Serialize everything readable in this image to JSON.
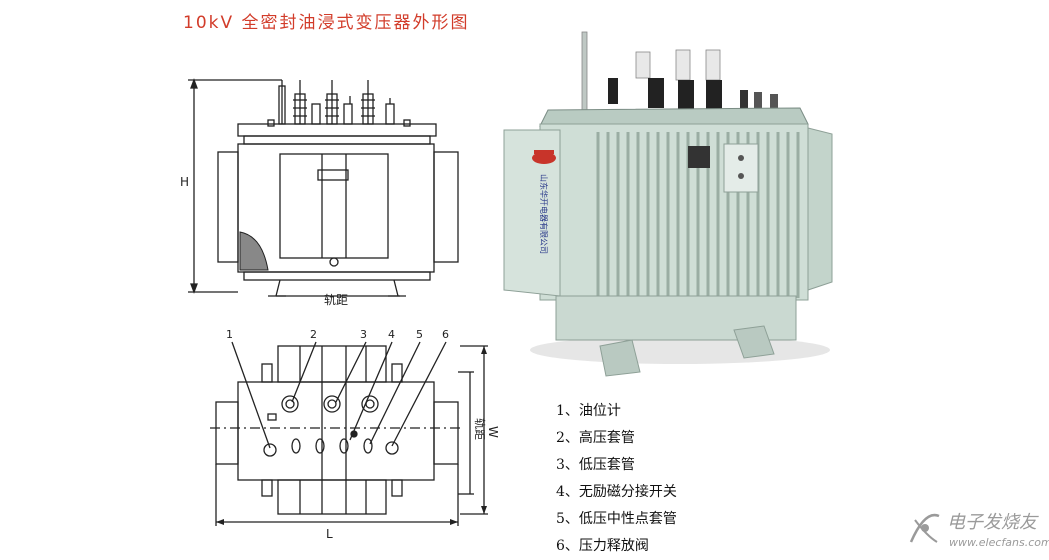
{
  "title": "10kV 全密封油浸式变压器外形图",
  "front_view": {
    "height_label": "H",
    "gauge_label": "轨距"
  },
  "top_view": {
    "callouts": [
      "1",
      "2",
      "3",
      "4",
      "5",
      "6"
    ],
    "gauge_label": "轨距",
    "width_label": "W",
    "length_label": "L"
  },
  "photo": {
    "company_plate": "山东华开电器有限公司"
  },
  "legend": [
    "1、油位计",
    "2、高压套管",
    "3、低压套管",
    "4、无励磁分接开关",
    "5、低压中性点套管",
    "6、压力释放阀"
  ],
  "watermark": {
    "name": "电子发烧友",
    "url": "www.elecfans.com"
  },
  "colors": {
    "title": "#d23c2a",
    "tank": "#cfded6",
    "watermark": "#9a9a9a"
  }
}
